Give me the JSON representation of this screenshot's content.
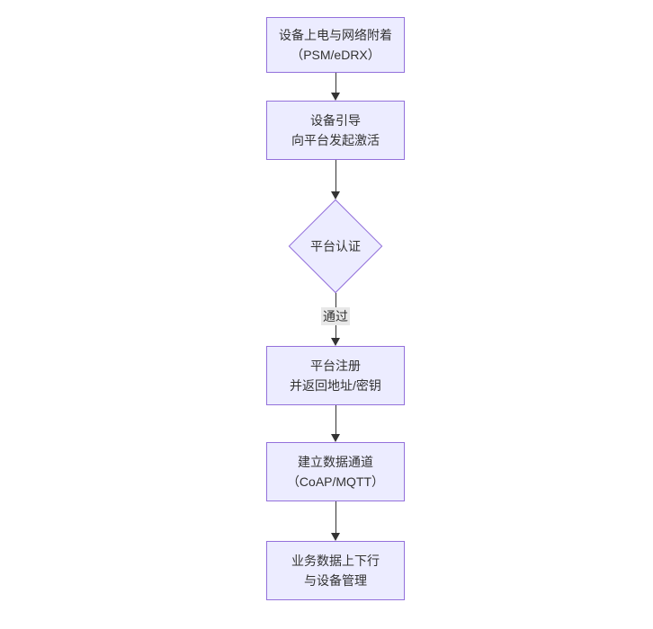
{
  "diagram": {
    "type": "flowchart",
    "direction": "top-down",
    "colors": {
      "background": "#ffffff",
      "node_fill": "#ECECFF",
      "node_border": "#9370DB",
      "text": "#333333",
      "arrow": "#333333",
      "edge_label_bg": "#e8e8e8"
    },
    "nodes": [
      {
        "id": "power-network-attach",
        "type": "rect",
        "lines": [
          "设备上电与网络附着",
          "（PSM/eDRX）"
        ]
      },
      {
        "id": "device-bootstrap",
        "type": "rect",
        "lines": [
          "设备引导",
          "向平台发起激活"
        ]
      },
      {
        "id": "platform-auth",
        "type": "diamond",
        "lines": [
          "平台认证"
        ]
      },
      {
        "id": "platform-register",
        "type": "rect",
        "lines": [
          "平台注册",
          "并返回地址/密钥"
        ]
      },
      {
        "id": "data-channel",
        "type": "rect",
        "lines": [
          "建立数据通道",
          "（CoAP/MQTT）"
        ]
      },
      {
        "id": "business-data",
        "type": "rect",
        "lines": [
          "业务数据上下行",
          "与设备管理"
        ]
      }
    ],
    "edges": [
      {
        "from": "power-network-attach",
        "to": "device-bootstrap",
        "label": ""
      },
      {
        "from": "device-bootstrap",
        "to": "platform-auth",
        "label": ""
      },
      {
        "from": "platform-auth",
        "to": "platform-register",
        "label": "通过"
      },
      {
        "from": "platform-register",
        "to": "data-channel",
        "label": ""
      },
      {
        "from": "data-channel",
        "to": "business-data",
        "label": ""
      }
    ]
  }
}
